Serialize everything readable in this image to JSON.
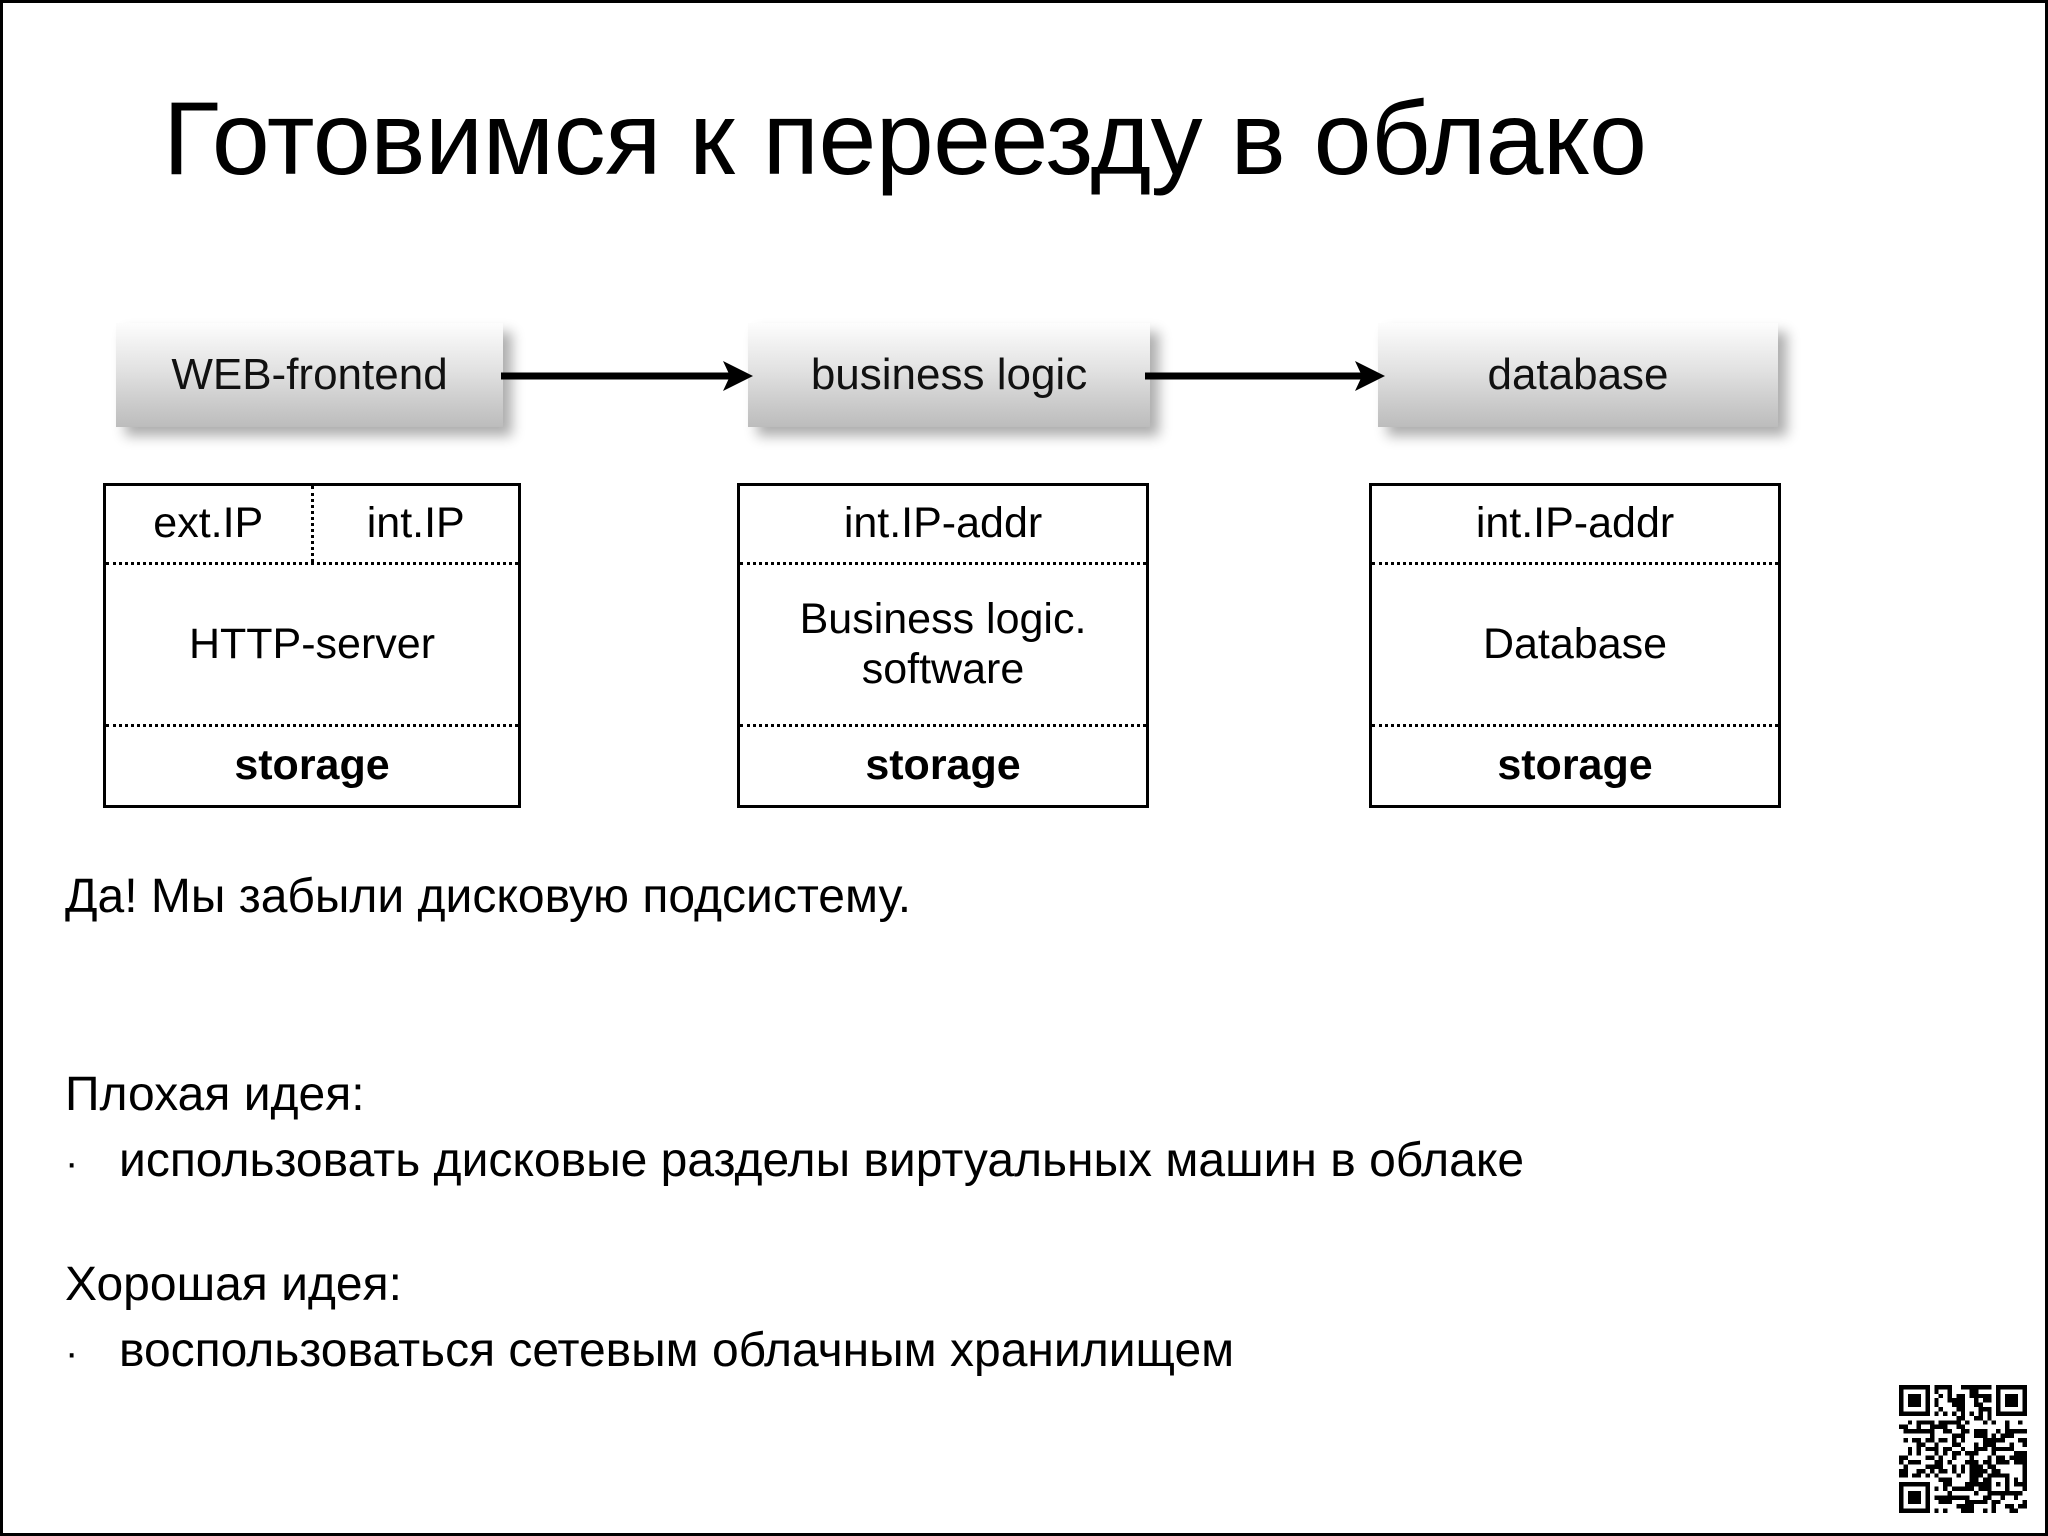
{
  "slide": {
    "title": "Готовимся к переезду в облако"
  },
  "diagram": {
    "tiers": [
      {
        "label": "WEB-frontend"
      },
      {
        "label": "business logic"
      },
      {
        "label": "database"
      }
    ],
    "arrows": [
      {
        "name": "web-to-business"
      },
      {
        "name": "business-to-database"
      }
    ],
    "stacks": [
      {
        "ip_cells": [
          "ext.IP",
          "int.IP"
        ],
        "app": "HTTP-server",
        "storage": "storage"
      },
      {
        "ip_cells": [
          "int.IP-addr"
        ],
        "app": "Business logic. software",
        "storage": "storage"
      },
      {
        "ip_cells": [
          "int.IP-addr"
        ],
        "app": "Database",
        "storage": "storage"
      }
    ]
  },
  "body": {
    "note": "Да! Мы забыли дисковую подсистему.",
    "bad_heading": "Плохая идея:",
    "bad_bullet_marker": "·",
    "bad_bullet": "использовать дисковые разделы виртуальных машин в облаке",
    "good_heading": "Хорошая идея:",
    "good_bullet_marker": "·",
    "good_bullet": "воспользоваться сетевым облачным хранилищем"
  },
  "footer": {
    "qr_code_name": "qr-code"
  }
}
